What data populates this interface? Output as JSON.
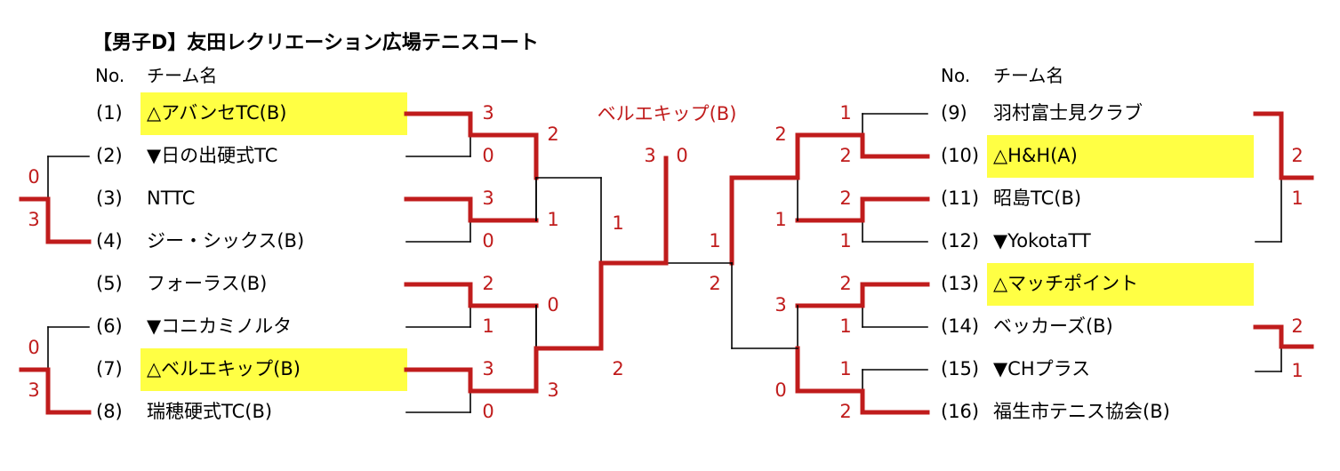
{
  "title": "【男子D】友田レクリエーション広場テニスコート",
  "header": {
    "no": "No.",
    "team": "チーム名"
  },
  "champion": "ベルエキップ(B)",
  "colors": {
    "win": "#c01c1c",
    "lose": "#000000",
    "highlight": "#ffff44"
  },
  "left_teams": [
    {
      "no": "(1)",
      "name": "△アバンセTC(B)",
      "highlight": true
    },
    {
      "no": "(2)",
      "name": "▼日の出硬式TC",
      "highlight": false
    },
    {
      "no": "(3)",
      "name": "NTTC",
      "highlight": false
    },
    {
      "no": "(4)",
      "name": "ジー・シックス(B)",
      "highlight": false
    },
    {
      "no": "(5)",
      "name": "フォーラス(B)",
      "highlight": false
    },
    {
      "no": "(6)",
      "name": "▼コニカミノルタ",
      "highlight": false
    },
    {
      "no": "(7)",
      "name": "△ベルエキップ(B)",
      "highlight": true
    },
    {
      "no": "(8)",
      "name": "瑞穂硬式TC(B)",
      "highlight": false
    }
  ],
  "right_teams": [
    {
      "no": "(9)",
      "name": "羽村富士見クラブ",
      "highlight": false
    },
    {
      "no": "(10)",
      "name": "△H&H(A)",
      "highlight": true
    },
    {
      "no": "(11)",
      "name": "昭島TC(B)",
      "highlight": false
    },
    {
      "no": "(12)",
      "name": "▼YokotaTT",
      "highlight": false
    },
    {
      "no": "(13)",
      "name": "△マッチポイント",
      "highlight": true
    },
    {
      "no": "(14)",
      "name": "ベッカーズ(B)",
      "highlight": false
    },
    {
      "no": "(15)",
      "name": "▼CHプラス",
      "highlight": false
    },
    {
      "no": "(16)",
      "name": "福生市テニス協会(B)",
      "highlight": false
    }
  ],
  "left_r1": [
    {
      "top": "3",
      "bottom": "0",
      "winner": "top"
    },
    {
      "top": "3",
      "bottom": "0",
      "winner": "top"
    },
    {
      "top": "2",
      "bottom": "1",
      "winner": "top"
    },
    {
      "top": "3",
      "bottom": "0",
      "winner": "top"
    }
  ],
  "left_r2": [
    {
      "top": "2",
      "bottom": "1",
      "winner": "top"
    },
    {
      "top": "0",
      "bottom": "3",
      "winner": "bottom"
    }
  ],
  "left_sf": {
    "top": "1",
    "bottom": "2",
    "winner": "bottom"
  },
  "final": {
    "left": "3",
    "right": "0",
    "winner": "left"
  },
  "right_sf": {
    "top": "1",
    "bottom": "2",
    "winner": "top"
  },
  "right_r2": [
    {
      "top": "2",
      "bottom": "1",
      "winner": "top"
    },
    {
      "top": "3",
      "bottom": "0",
      "winner": "bottom"
    }
  ],
  "right_r1": [
    {
      "top": "1",
      "bottom": "2",
      "winner": "bottom"
    },
    {
      "top": "2",
      "bottom": "1",
      "winner": "top"
    },
    {
      "top": "2",
      "bottom": "1",
      "winner": "top"
    },
    {
      "top": "1",
      "bottom": "2",
      "winner": "bottom"
    }
  ],
  "playoffs": [
    {
      "top": "0",
      "bottom": "3",
      "winner": "bottom"
    },
    {
      "top": "0",
      "bottom": "3",
      "winner": "bottom"
    },
    {
      "top": "2",
      "bottom": "1",
      "winner": "top"
    },
    {
      "top": "2",
      "bottom": "1",
      "winner": "top"
    }
  ]
}
